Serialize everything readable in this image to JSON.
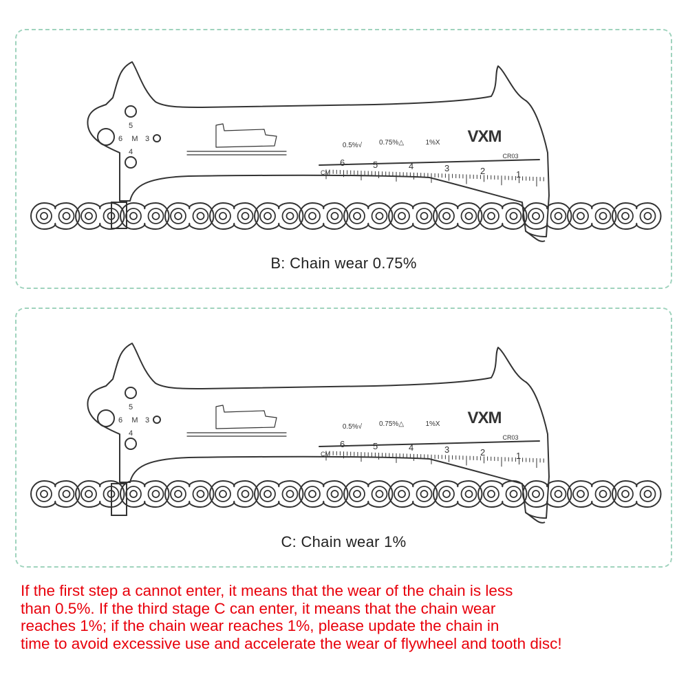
{
  "panels": [
    {
      "caption": "B: Chain wear 0.75%",
      "tool": {
        "brand": "VXM",
        "model": "CR03",
        "hole_labels": [
          "5",
          "6",
          "M",
          "3",
          "4"
        ],
        "wear_marks": [
          "0.5%√",
          "0.75%△",
          "1%X"
        ],
        "scale_unit": "CM",
        "scale_numbers": [
          "6",
          "5",
          "4",
          "3",
          "2",
          "1"
        ]
      }
    },
    {
      "caption": "C: Chain wear 1%",
      "tool": {
        "brand": "VXM",
        "model": "CR03",
        "hole_labels": [
          "5",
          "6",
          "M",
          "3",
          "4"
        ],
        "wear_marks": [
          "0.5%√",
          "0.75%△",
          "1%X"
        ],
        "scale_unit": "CM",
        "scale_numbers": [
          "6",
          "5",
          "4",
          "3",
          "2",
          "1"
        ]
      }
    }
  ],
  "note": {
    "lines": [
      "If the first step a cannot enter, it means that the wear of the chain is less",
      "than 0.5%. If the third stage C can enter, it means that the chain wear",
      "reaches 1%; if the chain wear reaches 1%, please update the chain in",
      "time to avoid excessive use and accelerate the wear of flywheel and tooth disc!"
    ]
  },
  "colors": {
    "panel_border": "#9fd3bd",
    "note_text": "#e8000b",
    "line_art": "#333333"
  }
}
